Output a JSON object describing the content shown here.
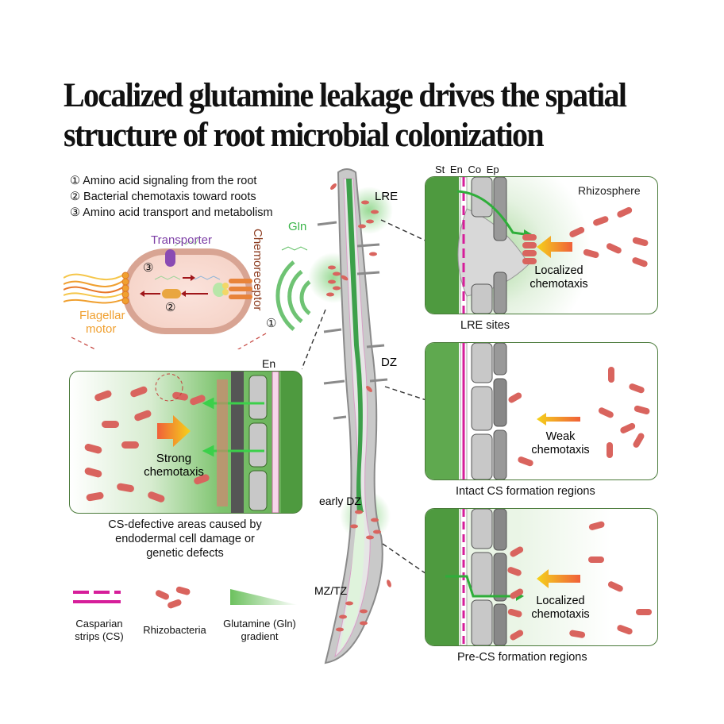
{
  "title": {
    "line1": "Localized glutamine leakage drives the spatial",
    "line2": "structure of root microbial colonization"
  },
  "key_steps": [
    {
      "num": "①",
      "text": "Amino acid signaling from the root"
    },
    {
      "num": "②",
      "text": "Bacterial chemotaxis toward roots"
    },
    {
      "num": "③",
      "text": "Amino acid transport and metabolism"
    }
  ],
  "bacterium_diagram": {
    "transporter_label": "Transporter",
    "chemoreceptor_label": "Chemoreceptor",
    "flagellar_motor_label_1": "Flagellar",
    "flagellar_motor_label_2": "motor",
    "gln_label": "Gln",
    "step1": "①",
    "step2": "②",
    "step3": "③"
  },
  "root_labels": {
    "lre": "LRE",
    "dz": "DZ",
    "early_dz": "early DZ",
    "mz_tz": "MZ/TZ"
  },
  "left_panel": {
    "en_label": "En",
    "arrow_label_1": "Strong",
    "arrow_label_2": "chemotaxis",
    "caption_1": "CS-defective areas caused by",
    "caption_2": "endodermal cell damage or",
    "caption_3": "genetic defects"
  },
  "right_panels": [
    {
      "layer_labels": [
        "St",
        "En",
        "Co",
        "Ep"
      ],
      "corner_label": "Rhizosphere",
      "arrow_label_1": "Localized",
      "arrow_label_2": "chemotaxis",
      "caption": "LRE sites"
    },
    {
      "arrow_label_1": "Weak",
      "arrow_label_2": "chemotaxis",
      "caption": "Intact CS formation regions"
    },
    {
      "arrow_label_1": "Localized",
      "arrow_label_2": "chemotaxis",
      "caption": "Pre-CS formation regions"
    }
  ],
  "legend": [
    {
      "icon": "casparian-strip-icon",
      "label_1": "Casparian",
      "label_2": "strips (CS)"
    },
    {
      "icon": "rhizobacteria-icon",
      "label_1": "Rhizobacteria",
      "label_2": ""
    },
    {
      "icon": "glutamine-gradient-icon",
      "label_1": "Glutamine (Gln)",
      "label_2": "gradient"
    }
  ],
  "colors": {
    "stele_green": "#4f9a3f",
    "gln_green": "#3bb54a",
    "casparian_magenta": "#d61e9a",
    "bacteria_red": "#d9645e",
    "transporter_purple": "#7d3fa6",
    "flagellar_orange": "#f0a030",
    "chemoreceptor_brown": "#8b3a1e",
    "arrow_red": "#a0161a"
  }
}
